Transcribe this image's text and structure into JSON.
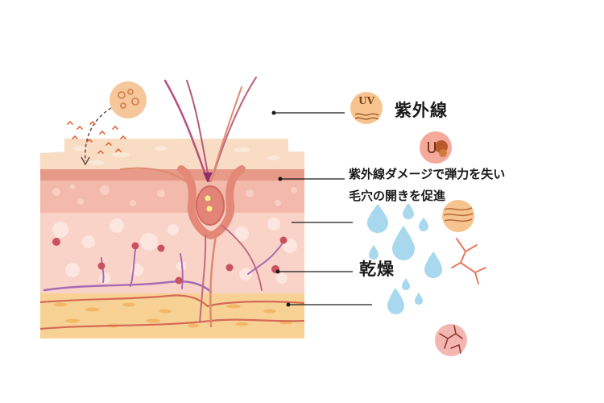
{
  "labels": {
    "uv_title": "紫外線",
    "uv_badge": "UV",
    "damage_line1": "紫外線ダメージで弾力を失い",
    "damage_line2": "毛穴の開きを促進",
    "dry": "乾燥"
  },
  "colors": {
    "epidermis": "#f8dcc4",
    "dermis_upper": "#f3b9aa",
    "dermis_lower": "#f9d3c8",
    "fat_layer": "#f8d295",
    "follicle": "#ea8e78",
    "hair": "#b8507f",
    "water_drop": "#a8d8ee",
    "pointer_line": "#1a1a1a"
  },
  "icons": [
    "uv-badge-icon",
    "uv-damage-icon",
    "elasticity-loss-icon",
    "crack-icon",
    "cracked-skin-icon",
    "water-drop-icon",
    "bacteria-icon"
  ]
}
